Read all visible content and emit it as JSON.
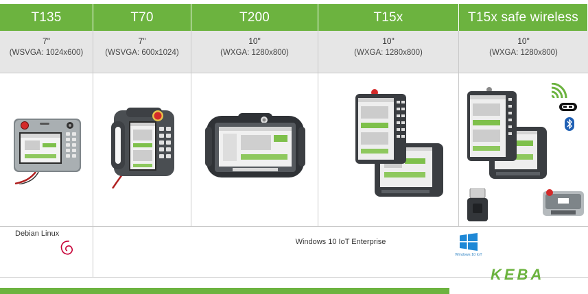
{
  "products": [
    {
      "name": "T135",
      "size": "7\"",
      "resolution": "(WSVGA: 1024x600)"
    },
    {
      "name": "T70",
      "size": "7\"",
      "resolution": "(WSVGA: 600x1024)"
    },
    {
      "name": "T200",
      "size": "10\"",
      "resolution": "(WXGA: 1280x800)"
    },
    {
      "name": "T15x",
      "size": "10\"",
      "resolution": "(WXGA: 1280x800)"
    },
    {
      "name": "T15x safe wireless",
      "size": "10\"",
      "resolution": "(WXGA: 1280x800)"
    }
  ],
  "os": {
    "linux": "Debian Linux",
    "windows": "Windows 10 IoT Enterprise",
    "windows_logo_caption": "Windows 10 IoT"
  },
  "brand": {
    "logo_text": "KEBA"
  },
  "icons": [
    "wireless-signal-icon",
    "wifi-icon",
    "bluetooth-icon",
    "debian-swirl-icon",
    "windows-logo-icon"
  ],
  "colors": {
    "accent": "#6cb33f",
    "header_text": "#ffffff",
    "spec_background": "#e6e6e6",
    "windows_blue": "#2a7fc1"
  }
}
